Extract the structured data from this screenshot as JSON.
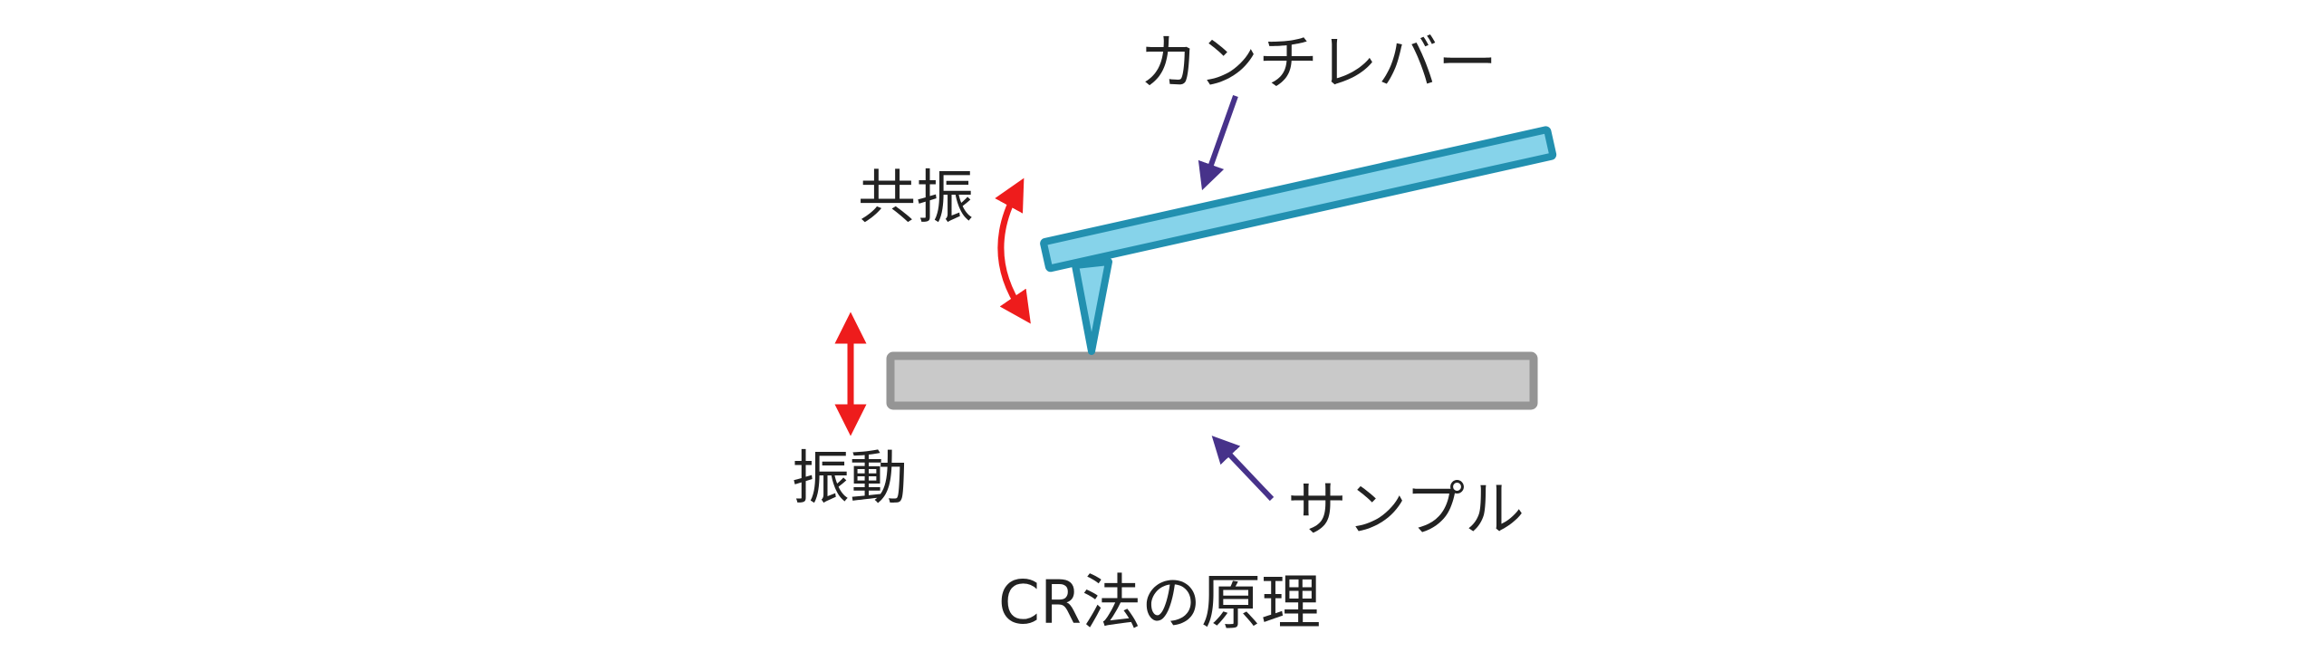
{
  "labels": {
    "cantilever": "カンチレバー",
    "resonance": "共振",
    "vibration": "振動",
    "sample": "サンプル",
    "caption": "CR法の原理"
  },
  "colors": {
    "cantilever_fill": "#86d3ea",
    "cantilever_stroke": "#2290b0",
    "sample_fill": "#c9c9c9",
    "sample_stroke": "#959595",
    "motion_arrow": "#ee1c1c",
    "pointer_arrow": "#47328a",
    "text": "#222222"
  }
}
